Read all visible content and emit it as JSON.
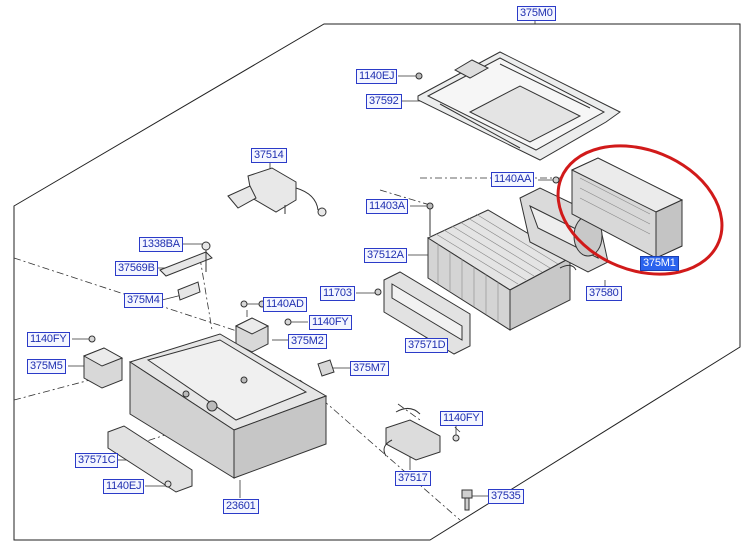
{
  "labels": {
    "l_375M0": "375M0",
    "l_1140EJ_top": "1140EJ",
    "l_37592": "37592",
    "l_37514": "37514",
    "l_1140AA": "1140AA",
    "l_11403A": "11403A",
    "l_1338BA": "1338BA",
    "l_37569B": "37569B",
    "l_37512A": "37512A",
    "l_375M1": "375M1",
    "l_375M4": "375M4",
    "l_11703": "11703",
    "l_37580": "37580",
    "l_1140AD": "1140AD",
    "l_1140FY_mid": "1140FY",
    "l_1140FY_left": "1140FY",
    "l_37571D": "37571D",
    "l_375M2": "375M2",
    "l_375M5": "375M5",
    "l_375M7": "375M7",
    "l_1140FY_right": "1140FY",
    "l_37571C": "37571C",
    "l_37517": "37517",
    "l_1140EJ_bottom": "1140EJ",
    "l_37535": "37535",
    "l_23601": "23601"
  },
  "highlight": {
    "selected_label": "375M1",
    "ring_color": "#d11a1a",
    "selected_fill": "#2a63ee"
  }
}
